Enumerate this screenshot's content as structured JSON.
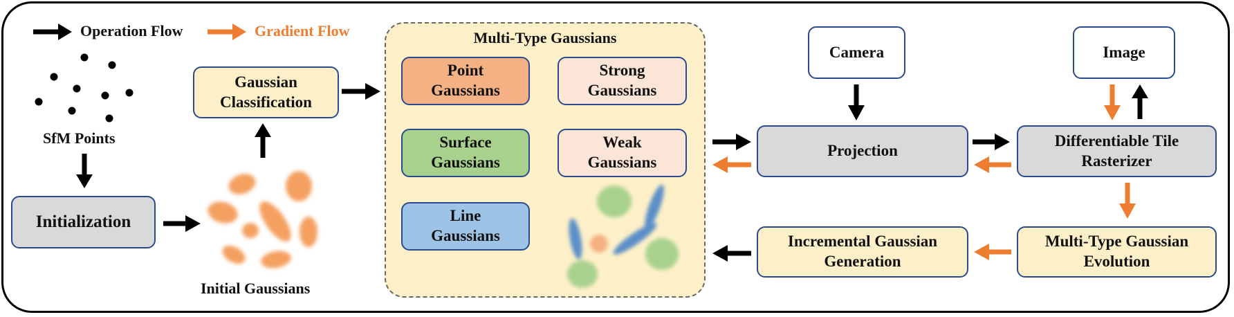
{
  "legend": {
    "operation_flow": "Operation Flow",
    "gradient_flow": "Gradient Flow"
  },
  "nodes": {
    "sfm_points": "SfM Points",
    "initialization": "Initialization",
    "initial_gaussians": "Initial Gaussians",
    "gaussian_classification": "Gaussian Classification",
    "multi_type_title": "Multi-Type Gaussians",
    "point_gaussians": "Point Gaussians",
    "strong_gaussians": "Strong Gaussians",
    "surface_gaussians": "Surface Gaussians",
    "weak_gaussians": "Weak Gaussians",
    "line_gaussians": "Line Gaussians",
    "camera": "Camera",
    "image": "Image",
    "projection": "Projection",
    "rasterizer": "Differentiable Tile Rasterizer",
    "evolution": "Multi-Type Gaussian Evolution",
    "generation": "Incremental Gaussian Generation"
  },
  "colors": {
    "operation_arrow": "#000000",
    "gradient_arrow": "#ed7d31",
    "box_border": "#2b4a8c",
    "cream": "#fdf0c8",
    "gray": "#d9d9d9",
    "point": "#f4b183",
    "strong_weak": "#fbe5d6",
    "surface": "#a9d18e",
    "line": "#9dc3e6",
    "panel": "#fdf0c8"
  }
}
